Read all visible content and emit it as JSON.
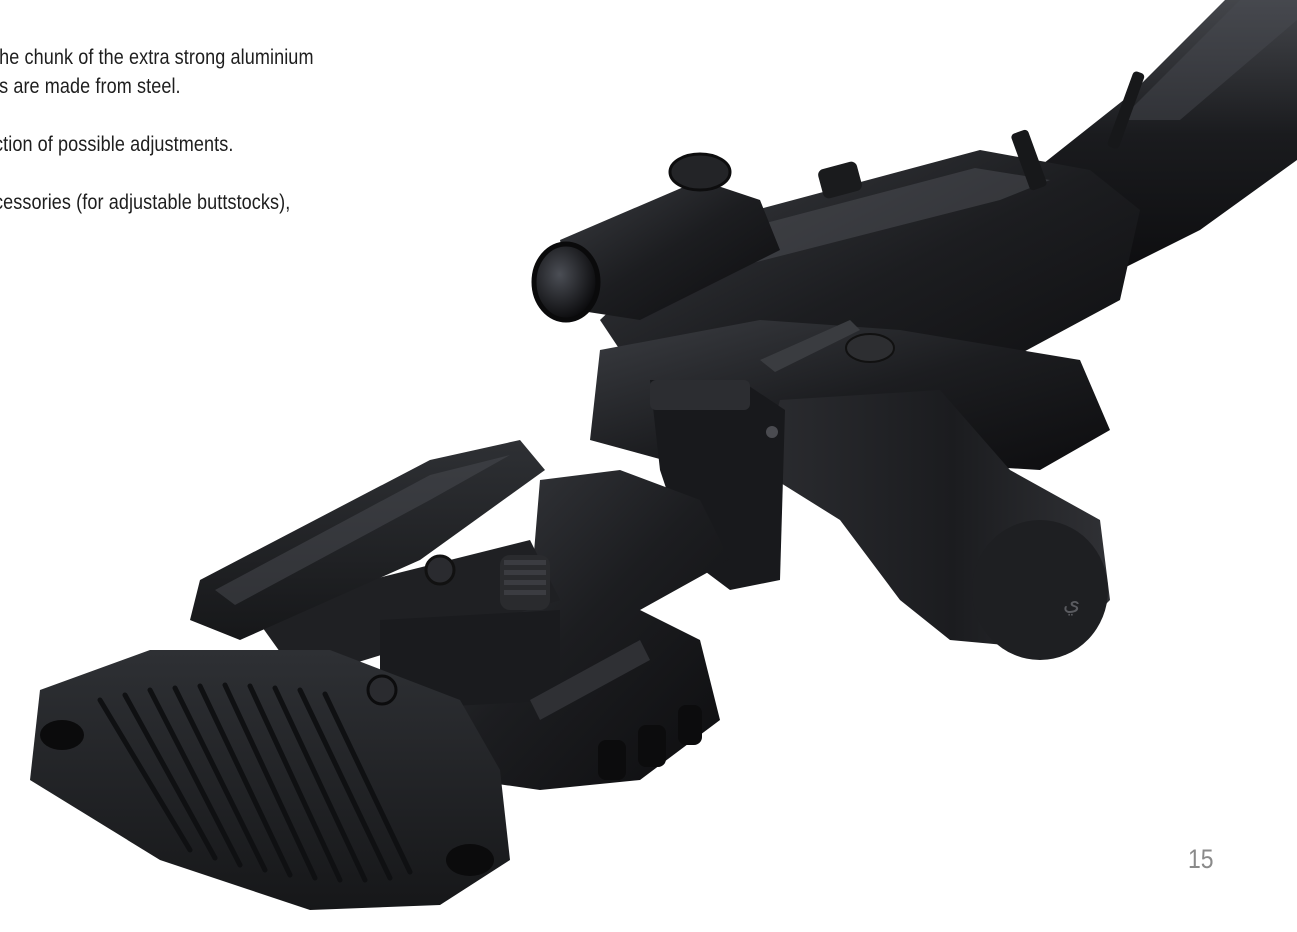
{
  "body_lines": [
    "the chunk of the extra strong aluminium",
    "ts are made from steel.",
    "ction of possible adjustments.",
    "cessories (for adjustable buttstocks),"
  ],
  "page_number": "15",
  "photo": {
    "subject": "rifle-with-adjustable-buttstock",
    "colors": {
      "metal": "#1c1d20",
      "metal_highlight": "#3b3d42",
      "rubber_pad": "#202124",
      "background": "#ffffff"
    }
  }
}
